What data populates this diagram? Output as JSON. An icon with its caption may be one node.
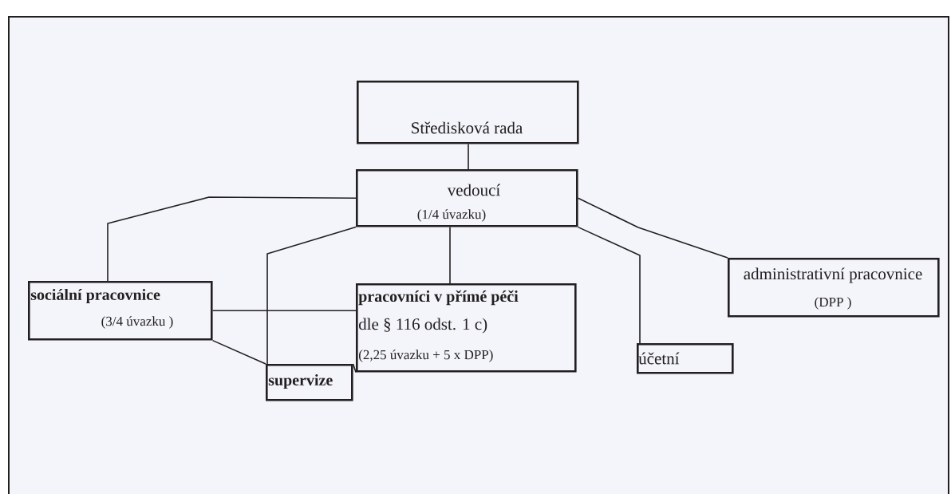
{
  "diagram": {
    "nodes": [
      {
        "text": [
          "Středisková rada"
        ]
      },
      {
        "text": [
          "vedoucí",
          "(1/4 úvazku)"
        ]
      },
      {
        "text": [
          "sociální pracovnice",
          "(3/4 úvazku )"
        ]
      },
      {
        "text": [
          "pracovníci v přímé péči",
          "dle § 116 odst. 1 c)",
          "(2,25 úvazku +  5 x DPP)"
        ]
      },
      {
        "text": [
          "administrativní pracovnice",
          "(DPP )"
        ]
      },
      {
        "text": [
          "účetní"
        ]
      },
      {
        "text": [
          "supervize"
        ]
      }
    ],
    "edges": [
      {
        "from": 0,
        "to": 1,
        "arrow": "none"
      },
      {
        "from": 1,
        "to": 2,
        "arrow": "none"
      },
      {
        "from": 1,
        "to": 3,
        "arrow": "none"
      },
      {
        "from": 1,
        "to": 6,
        "arrow": "none"
      },
      {
        "from": 1,
        "to": 5,
        "arrow": "none"
      },
      {
        "from": 1,
        "to": 4,
        "arrow": "none"
      },
      {
        "from": 2,
        "to": 3,
        "arrow": "none"
      },
      {
        "from": 2,
        "to": 6,
        "arrow": "none"
      },
      {
        "from": 3,
        "to": 6,
        "arrow": "none"
      }
    ]
  }
}
